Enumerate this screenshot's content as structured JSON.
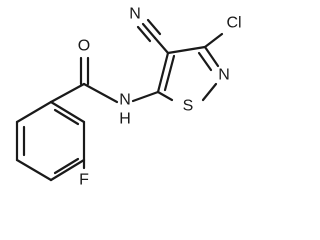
{
  "molecule": {
    "atom_labels": {
      "cyano_n": "N",
      "cl": "Cl",
      "o": "O",
      "ring_n": "N",
      "nh": "N",
      "h": "H",
      "s": "S",
      "f": "F"
    }
  }
}
